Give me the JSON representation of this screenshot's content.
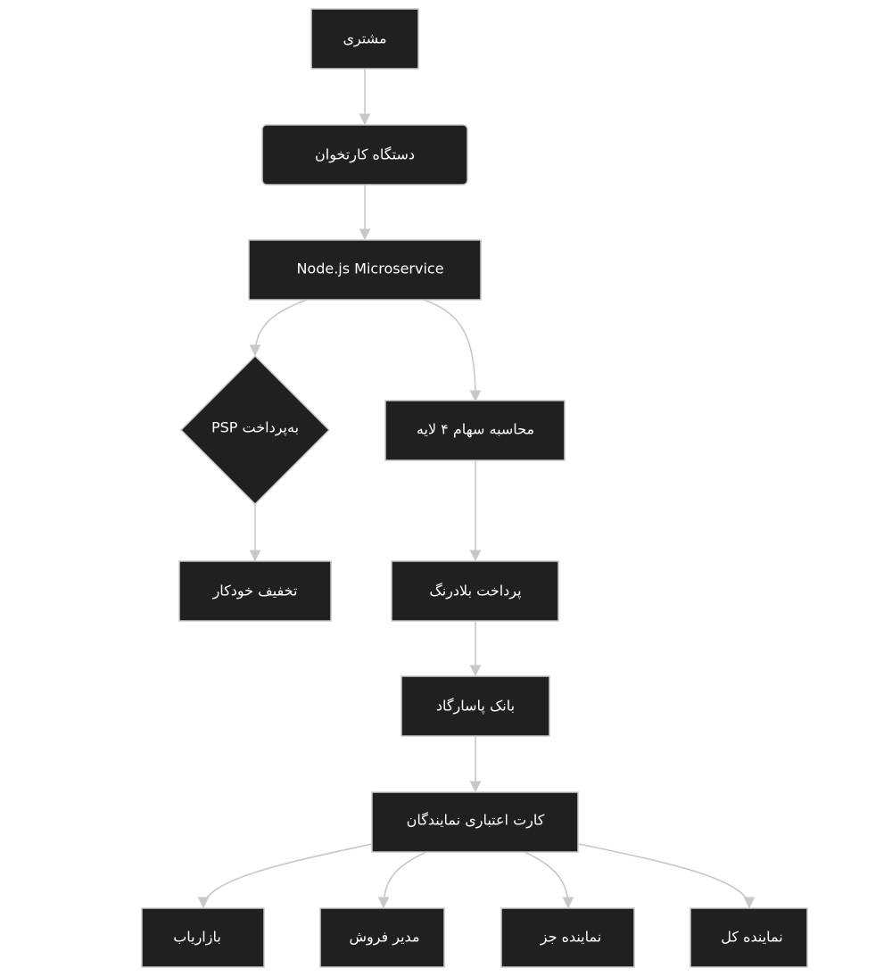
{
  "diagram": {
    "colors": {
      "node_fill": "#202020",
      "node_border": "#c9c9c9",
      "edge": "#c8c8c8",
      "text": "#ffffff",
      "background": "#ffffff"
    },
    "nodes": {
      "customer": "مشتری",
      "card_reader": "دستگاه کارتخوان",
      "microservice": "Node.js Microservice",
      "psp_payment": "PSP به‌پرداخت",
      "share_calc": "محاسبه سهام ۴ لایه",
      "auto_discount": "تخفیف خودکار",
      "pardakht_bladrang": "پرداخت بلادرنگ",
      "bank_pasargad": "بانک پاسارگاد",
      "agents_credit_card": "کارت اعتباری نمایندگان",
      "marketer": "بازاریاب",
      "sales_manager": "مدیر فروش",
      "sub_agent": "نماینده جز",
      "general_agent": "نماینده کل"
    }
  }
}
